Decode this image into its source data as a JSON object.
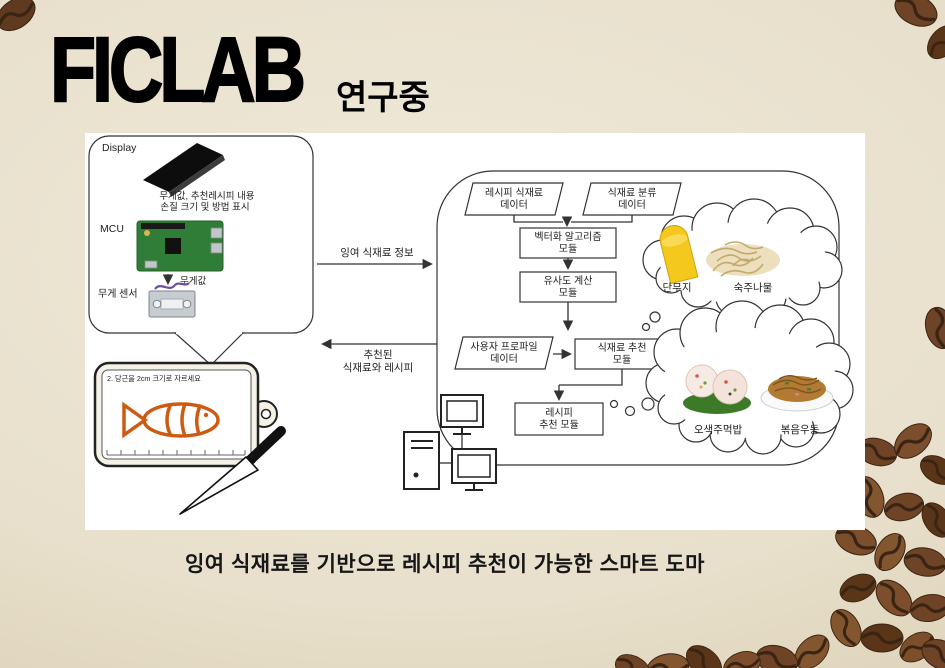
{
  "slide": {
    "title": "FICLAB",
    "subtitle": "연구중",
    "caption": "잉여 식재료를 기반으로 레시피 추천이 가능한 스마트 도마"
  },
  "device": {
    "display_label": "Display",
    "display_desc_line1": "무게값, 추천레시피 내용",
    "display_desc_line2": "손질 크기 및 방법 표시",
    "mcu_label": "MCU",
    "weight_value_label": "무게값",
    "sensor_label": "무게 센서"
  },
  "board": {
    "instruction": "2. 당근을 2cm 크기로 자르세요"
  },
  "arrows": {
    "surplus_info": "잉여 식재료 정보",
    "recommended_line1": "추천된",
    "recommended_line2": "식재료와 레시피"
  },
  "flow": {
    "recipe_ingredient_data": {
      "line1": "레시피 식재료",
      "line2": "데이터"
    },
    "ingredient_class_data": {
      "line1": "식재료 분류",
      "line2": "데이터"
    },
    "vectorize_module": {
      "line1": "벡터화 알고리즘",
      "line2": "모듈"
    },
    "similarity_module": {
      "line1": "유사도 계산",
      "line2": "모듈"
    },
    "user_profile_data": {
      "line1": "사용자 프로파일",
      "line2": "데이터"
    },
    "ingredient_rec_module": {
      "line1": "식재료 추천",
      "line2": "모듈"
    },
    "recipe_rec_module": {
      "line1": "레시피",
      "line2": "추천 모듈"
    }
  },
  "clouds": {
    "ingredients": {
      "item1": "단무지",
      "item2": "숙주나물"
    },
    "recipes": {
      "item1": "오색주먹밥",
      "item2": "볶음우동"
    }
  },
  "images": {
    "display": "lcd-display",
    "mcu": "raspberry-pi-board",
    "sensor": "load-cell",
    "board": "cutting-board-with-fish-sketch",
    "knife": "kitchen-knife",
    "computers": "computer-network",
    "decoration": "coffee-beans"
  },
  "colors": {
    "background": "#e8e0cc",
    "fish": "#cd5b12",
    "pi_green": "#2f7d36",
    "radish_yellow": "#f5c81e",
    "bean": "#6e4326"
  }
}
